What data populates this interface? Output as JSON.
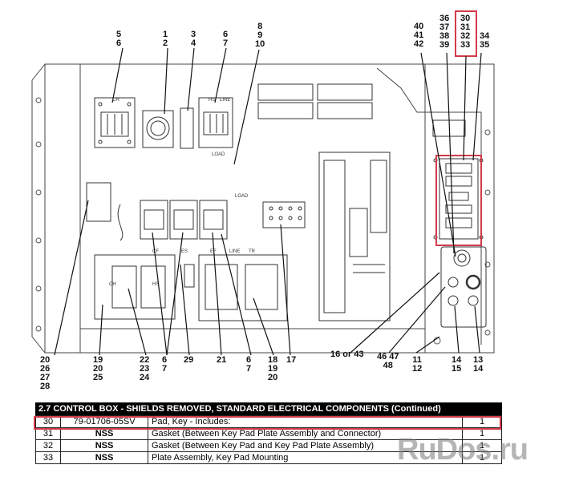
{
  "callouts": {
    "c_5_6": "5\n6",
    "c_1_2": "1\n2",
    "c_3_4": "3\n4",
    "c_6_7_top": "6\n7",
    "c_8_9_10": "8\n9\n10",
    "c_36_39": "36\n37\n38\n39",
    "c_30_33": "30\n31\n32\n33",
    "c_34_35": "34\n35",
    "c_40_42": "40\n41\n42",
    "c_20_28": "20\n26\n27\n28",
    "c_19_20_25": "19\n20\n25",
    "c_22_23_24": "22\n23\n24",
    "c_6_7_bot": "6\n7",
    "c_29": "29",
    "c_21": "21",
    "c_6_7_bot2": "6\n7",
    "c_18_20": "18\n19\n20",
    "c_17": "17",
    "c_16_43": "16 or 43",
    "c_46_48": "46 47\n48",
    "c_11_12": "11\n12",
    "c_14_15": "14\n15",
    "c_13_14": "13\n14"
  },
  "panel_labels": {
    "ch": "CH",
    "hs": "HS",
    "line_top": "LINE",
    "load_top": "LOAD",
    "load_mid": "LOAD",
    "cf": "CF",
    "es": "ES",
    "ef": "EF",
    "line_bot": "LINE",
    "tr": "TR",
    "ch_bot": "CH",
    "hs_bot": "HS"
  },
  "table": {
    "title": "2.7 CONTROL BOX - SHIELDS REMOVED, STANDARD ELECTRICAL COMPONENTS (Continued)",
    "rows": [
      {
        "no": "30",
        "part": "79-01706-05SV",
        "desc": "Pad, Key - Includes:",
        "qty": "1",
        "indent": false
      },
      {
        "no": "31",
        "part": "NSS",
        "desc": "Gasket (Between Key Pad Plate Assembly and Connector)",
        "qty": "1",
        "indent": true
      },
      {
        "no": "32",
        "part": "NSS",
        "desc": "Gasket (Between Key Pad  and Key Pad Plate Assembly)",
        "qty": "1",
        "indent": true
      },
      {
        "no": "33",
        "part": "NSS",
        "desc": "Plate Assembly, Key Pad Mounting",
        "qty": "1",
        "indent": true
      }
    ]
  },
  "watermark": "RuDos.ru",
  "colors": {
    "highlight": "#d23b4a",
    "line": "#333333",
    "title_bg": "#000000"
  }
}
